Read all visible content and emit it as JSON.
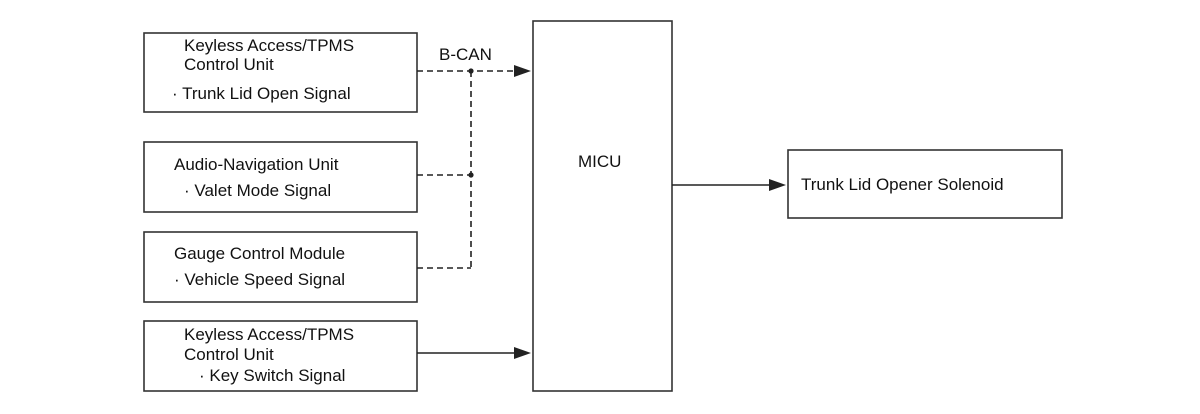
{
  "bus_label": "B-CAN",
  "inputs": [
    {
      "name_lines": [
        "Keyless Access/TPMS",
        "Control Unit"
      ],
      "signal": "· Trunk Lid Open Signal"
    },
    {
      "name_lines": [
        "Audio-Navigation Unit"
      ],
      "signal": "· Valet Mode Signal"
    },
    {
      "name_lines": [
        "Gauge Control Module"
      ],
      "signal": "· Vehicle Speed Signal"
    },
    {
      "name_lines": [
        "Keyless Access/TPMS",
        "Control Unit"
      ],
      "signal": "· Key Switch Signal"
    }
  ],
  "center_unit": "MICU",
  "output_unit": "Trunk Lid Opener Solenoid"
}
